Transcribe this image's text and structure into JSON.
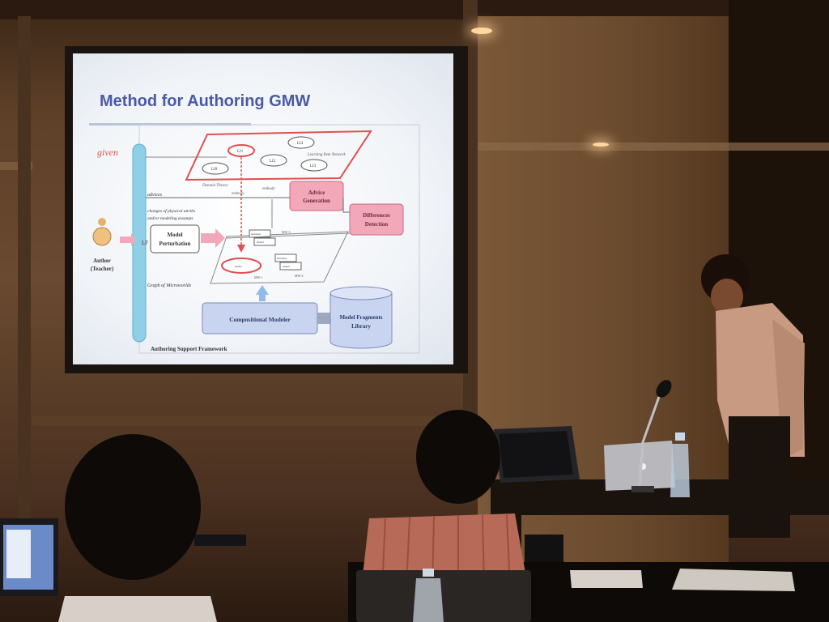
{
  "slide": {
    "title": "Method for Authoring GMW",
    "given": "given",
    "advices": "advices",
    "changes_line1": "changes of physical attribs",
    "changes_line2": "and/or modeling assumps",
    "model_perturbation_1": "Model",
    "model_perturbation_2": "Perturbation",
    "advice_generation_1": "Advice",
    "advice_generation_2": "Generation",
    "differences_detection_1": "Differences",
    "differences_detection_2": "Detection",
    "author_1": "Author",
    "author_2": "(Teacher)",
    "graph_of_microworlds": "Graph of Microworlds",
    "compositional_modeler": "Compositional Modeler",
    "model_fragments_1": "Model Fragments",
    "model_fragments_2": "Library",
    "authoring_support_framework": "Authoring Support Framework",
    "learning_item_network": "Learning Item Network",
    "domain_theory": "Domain Theory",
    "embody_1": "embody",
    "embody_2": "embody",
    "lf": "LF",
    "li1": "LI1",
    "li2": "LI2",
    "li3": "LI3",
    "li4": "LI4",
    "li0": "LI0",
    "mw1": "MW-1",
    "mw2": "MW-2",
    "mw3": "MW-3",
    "situation": "situation",
    "model": "model"
  },
  "colors": {
    "slide_title": "#4a5aa8",
    "red_accent": "#e05050",
    "pink_box": "#f2a8b8",
    "blue_box": "#c8d4f0",
    "cyan_bar": "#8fd0e8"
  }
}
